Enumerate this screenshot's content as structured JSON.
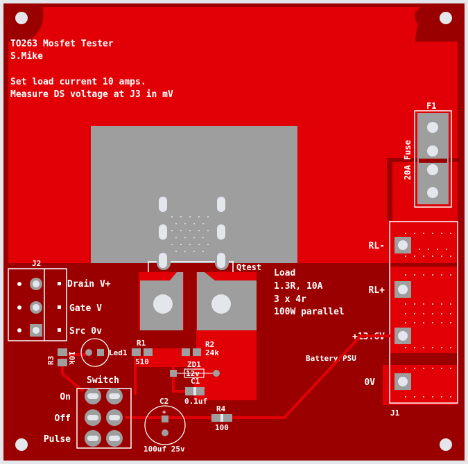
{
  "board": {
    "title": "TO263 Mosfet Tester",
    "author": "S.Mike",
    "note_line1": "Set load current 10 amps.",
    "note_line2": "Measure DS voltage at J3 in mV",
    "colors": {
      "background": "#e3e7ec",
      "board_dark": "#9a0000",
      "copper": "#e00005",
      "pad": "#9e9e9e",
      "drill": "#e3e7ec",
      "silk": "#ffffff"
    }
  },
  "components": {
    "qtest": {
      "ref": "Qtest"
    },
    "load_note": {
      "line1": "Load",
      "line2": "1.3R, 10A",
      "line3": "3 x 4r",
      "line4": "100W parallel"
    },
    "f1": {
      "ref": "F1",
      "label": "20A Fuse"
    },
    "j1": {
      "ref": "J1",
      "pins": [
        "RL-",
        "RL+",
        "+13.6V",
        "0V"
      ],
      "net_label": "Battery/PSU"
    },
    "j2": {
      "ref": "J2",
      "pins": [
        "Drain V+",
        "Gate V",
        "Src 0v"
      ]
    },
    "r1": {
      "ref": "R1",
      "value": "510"
    },
    "r2": {
      "ref": "R2",
      "value": "24k"
    },
    "r3": {
      "ref": "R3",
      "value": "10k"
    },
    "r4": {
      "ref": "R4",
      "value": "100"
    },
    "zd1": {
      "ref": "ZD1",
      "value": "12v"
    },
    "c1": {
      "ref": "C1",
      "value": "0.1uf"
    },
    "c2": {
      "ref": "C2",
      "value": "100uf 25v",
      "polarity": "+"
    },
    "led1": {
      "ref": "Led1"
    },
    "switch": {
      "ref": "Switch",
      "positions": [
        "On",
        "Off",
        "Pulse"
      ]
    }
  }
}
